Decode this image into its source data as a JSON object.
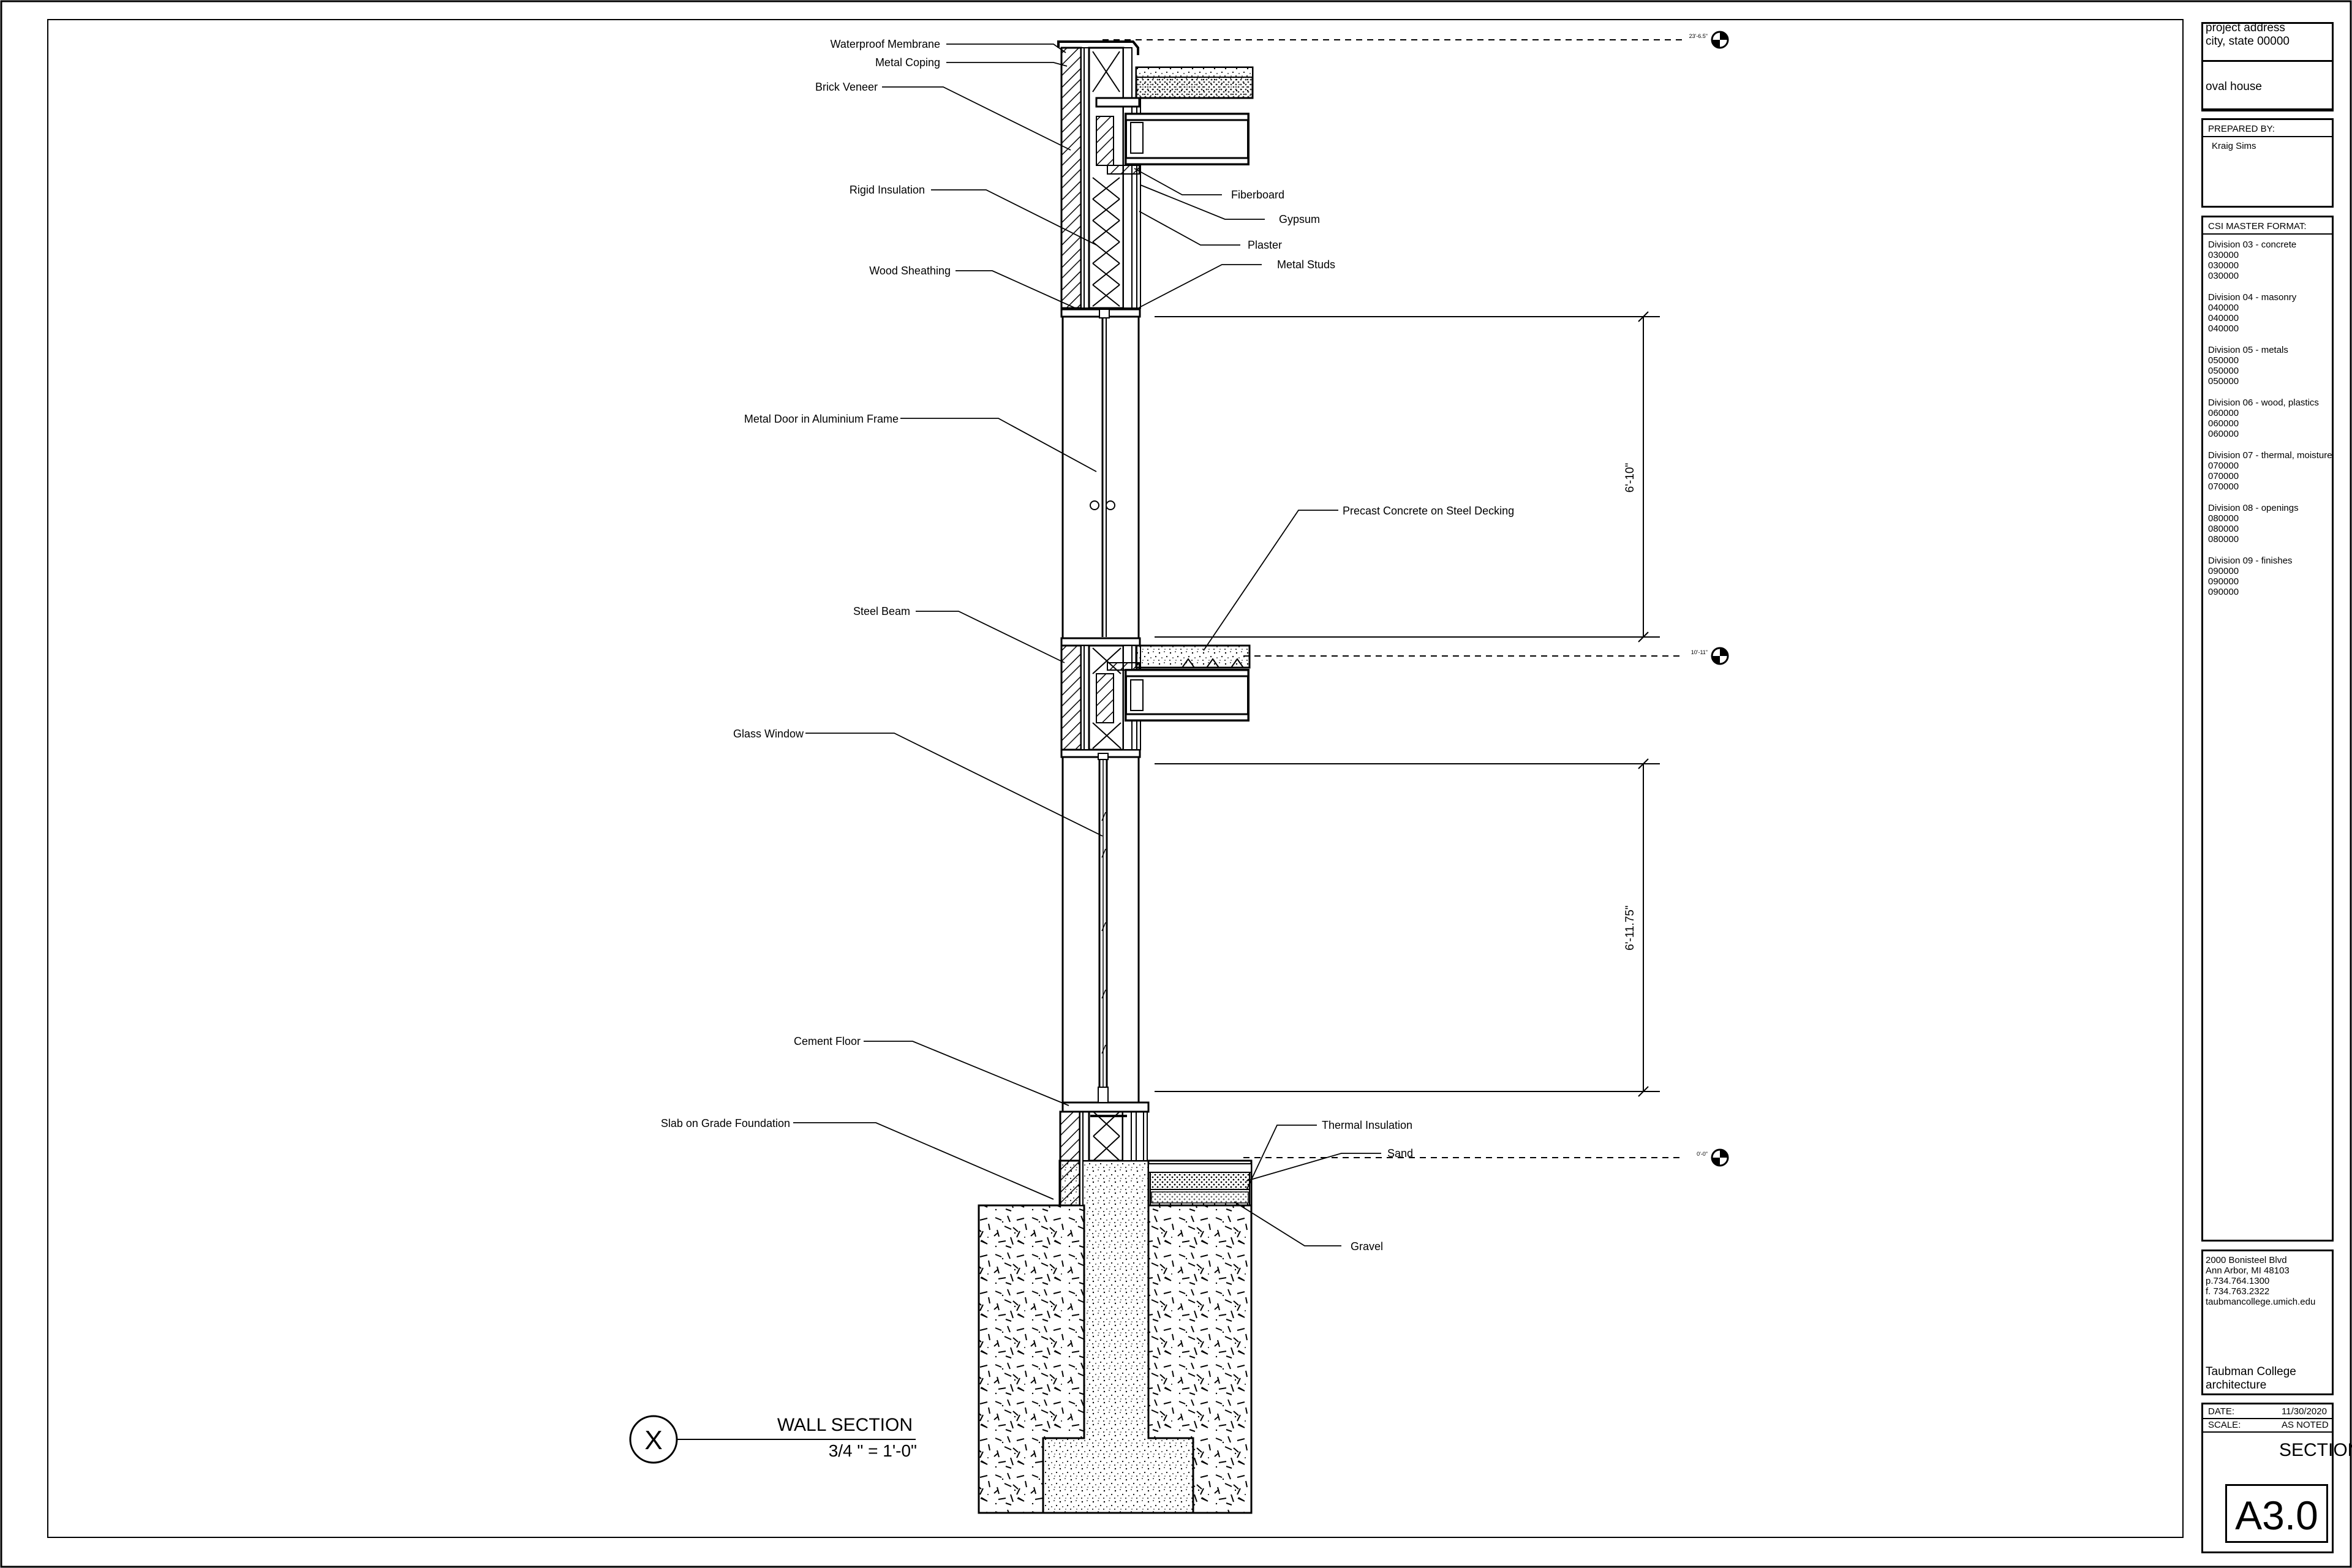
{
  "labels": {
    "waterproof_membrane": "Waterproof Membrane",
    "metal_coping": "Metal Coping",
    "brick_veneer": "Brick Veneer",
    "rigid_insulation": "Rigid Insulation",
    "wood_sheathing": "Wood Sheathing",
    "fiberboard": "Fiberboard",
    "gypsum": "Gypsum",
    "plaster": "Plaster",
    "metal_studs": "Metal Studs",
    "metal_door": "Metal Door in Aluminium Frame",
    "precast_concrete": "Precast Concrete on Steel Decking",
    "steel_beam": "Steel Beam",
    "glass_window": "Glass Window",
    "cement_floor": "Cement Floor",
    "slab_foundation": "Slab on Grade Foundation",
    "thermal_insulation": "Thermal Insulation",
    "sand": "Sand",
    "gravel": "Gravel"
  },
  "dimensions": {
    "upper": "6'-10\"",
    "lower": "6'-11.75\""
  },
  "elevations": {
    "top": "23'-6.5\"",
    "mid": "10'-11\"",
    "base": "0'-0\""
  },
  "drawing": {
    "marker": "X",
    "title": "WALL SECTION",
    "scale": "3/4 \" = 1'-0\""
  },
  "titleblock": {
    "address_line1": "project address",
    "address_line2": "city, state 00000",
    "project_name": "oval house",
    "prepared_by_label": "PREPARED BY:",
    "prepared_by_name": "Kraig Sims",
    "csi_label": "CSI MASTER FORMAT:",
    "divisions": [
      {
        "name": "Division 03 - concrete",
        "codes": [
          "030000",
          "030000",
          "030000"
        ]
      },
      {
        "name": "Division 04 - masonry",
        "codes": [
          "040000",
          "040000",
          "040000"
        ]
      },
      {
        "name": "Division 05 - metals",
        "codes": [
          "050000",
          "050000",
          "050000"
        ]
      },
      {
        "name": "Division 06 - wood, plastics",
        "codes": [
          "060000",
          "060000",
          "060000"
        ]
      },
      {
        "name": "Division 07 - thermal, moisture",
        "codes": [
          "070000",
          "070000",
          "070000"
        ]
      },
      {
        "name": "Division 08 - openings",
        "codes": [
          "080000",
          "080000",
          "080000"
        ]
      },
      {
        "name": "Division 09 - finishes",
        "codes": [
          "090000",
          "090000",
          "090000"
        ]
      }
    ],
    "school_address": [
      "2000 Bonisteel Blvd",
      "Ann Arbor, MI 48103",
      "p.734.764.1300",
      "f. 734.763.2322",
      "taubmancollege.umich.edu"
    ],
    "school_name_line1": "Taubman College",
    "school_name_line2": "architecture",
    "date_label": "DATE:",
    "date_value": "11/30/2020",
    "scale_label": "SCALE:",
    "scale_value": "AS NOTED",
    "sheet_title": "SECTION",
    "sheet_number": "A3.0"
  }
}
